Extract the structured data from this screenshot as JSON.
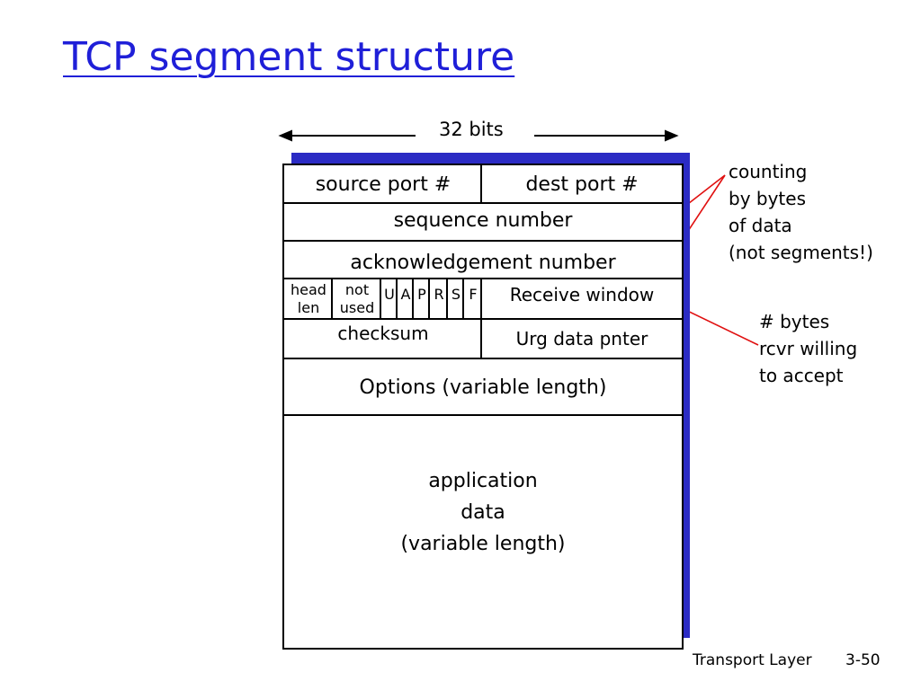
{
  "title": "TCP segment structure",
  "width_label": "32 bits",
  "header": {
    "source_port": "source port #",
    "dest_port": "dest port #",
    "sequence_number": "sequence number",
    "ack_number": "acknowledgement number",
    "head_len": [
      "head",
      "len"
    ],
    "not_used": [
      "not",
      "used"
    ],
    "flags": [
      "U",
      "A",
      "P",
      "R",
      "S",
      "F"
    ],
    "receive_window": "Receive window",
    "checksum": "checksum",
    "urg_pointer": "Urg data pnter",
    "options": "Options (variable length)",
    "app_data": [
      "application",
      "data",
      "(variable length)"
    ]
  },
  "annotations": {
    "counting": [
      "counting",
      "by bytes",
      "of data",
      "(not segments!)"
    ],
    "window": [
      "# bytes",
      "rcvr willing",
      "to accept"
    ]
  },
  "footer": {
    "section": "Transport Layer",
    "slide": "3-50"
  },
  "colors": {
    "title": "#1f1fd8",
    "shadow": "#2b2bc4",
    "callout_lines": "#e01010"
  }
}
